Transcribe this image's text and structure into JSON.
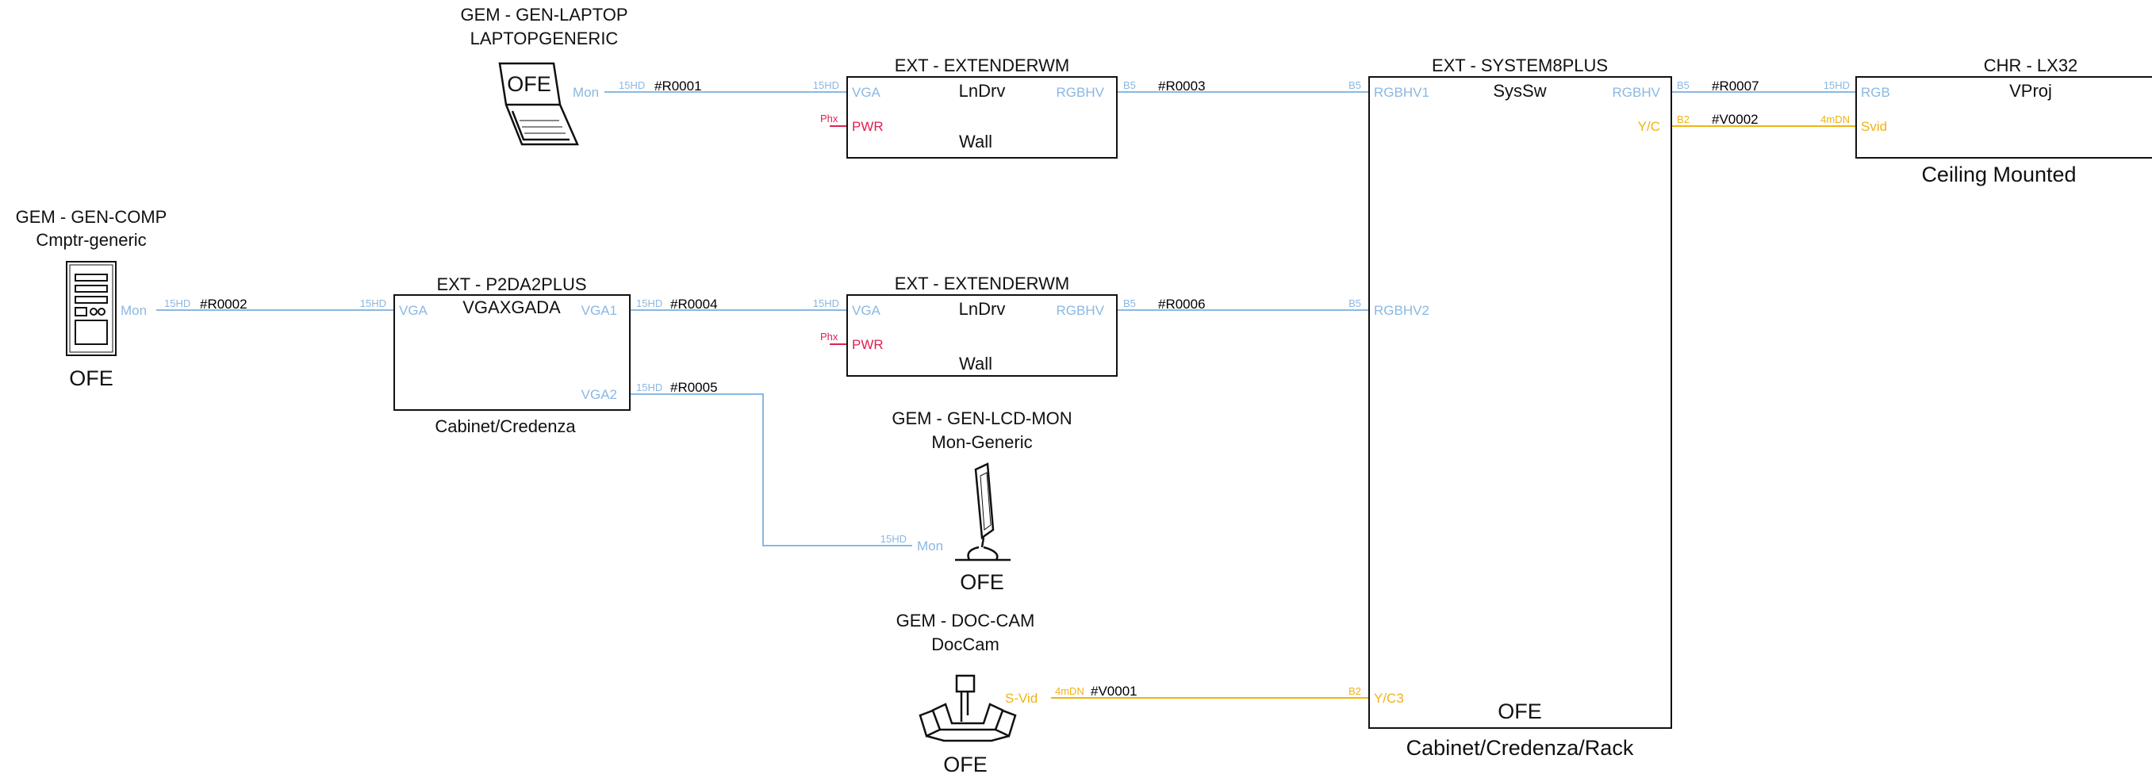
{
  "colors": {
    "rgb": "#8ab8e2",
    "video": "#f0b315",
    "power": "#e0204f",
    "ink": "#111111"
  },
  "devices": {
    "laptop": {
      "title": "GEM - GEN-LAPTOP",
      "model": "LAPTOPGENERIC",
      "badge": "OFE",
      "port": "Mon",
      "conn": "15HD"
    },
    "comp": {
      "title": "GEM - GEN-COMP",
      "model": "Cmptr-generic",
      "footer": "OFE",
      "port": "Mon",
      "conn": "15HD"
    },
    "ext1": {
      "title": "EXT - EXTENDERWM",
      "model": "LnDrv",
      "location": "Wall",
      "in_port": "VGA",
      "in_conn": "15HD",
      "pwr_port": "PWR",
      "pwr_conn": "Phx",
      "out_port": "RGBHV",
      "out_conn": "B5"
    },
    "ext2": {
      "title": "EXT - EXTENDERWM",
      "model": "LnDrv",
      "location": "Wall",
      "in_port": "VGA",
      "in_conn": "15HD",
      "pwr_port": "PWR",
      "pwr_conn": "Phx",
      "out_port": "RGBHV",
      "out_conn": "B5"
    },
    "p2da": {
      "title": "EXT - P2DA2PLUS",
      "model": "VGAXGADA",
      "location": "Cabinet/Credenza",
      "in_port": "VGA",
      "in_conn": "15HD",
      "out1_port": "VGA1",
      "out1_conn": "15HD",
      "out2_port": "VGA2",
      "out2_conn": "15HD"
    },
    "lcd": {
      "title": "GEM - GEN-LCD-MON",
      "model": "Mon-Generic",
      "footer": "OFE",
      "port": "Mon",
      "conn": "15HD"
    },
    "doccam": {
      "title": "GEM - DOC-CAM",
      "model": "DocCam",
      "footer": "OFE",
      "port": "S-Vid",
      "conn": "4mDN"
    },
    "sys8": {
      "title": "EXT - SYSTEM8PLUS",
      "model": "SysSw",
      "location": "Cabinet/Credenza/Rack",
      "footer": "OFE",
      "in1_port": "RGBHV1",
      "in1_conn": "B5",
      "in2_port": "RGBHV2",
      "in2_conn": "B5",
      "in3_port": "Y/C3",
      "in3_conn": "B2",
      "out_port": "RGBHV",
      "out_conn": "B5",
      "out2_port": "Y/C",
      "out2_conn": "B2"
    },
    "proj": {
      "title": "CHR - LX32",
      "model": "VProj",
      "location": "Ceiling Mounted",
      "rgb_port": "RGB",
      "rgb_conn": "15HD",
      "svid_port": "Svid",
      "svid_conn": "4mDN"
    }
  },
  "cables": {
    "r0001": "#R0001",
    "r0002": "#R0002",
    "r0003": "#R0003",
    "r0004": "#R0004",
    "r0005": "#R0005",
    "r0006": "#R0006",
    "r0007": "#R0007",
    "v0001": "#V0001",
    "v0002": "#V0002"
  }
}
